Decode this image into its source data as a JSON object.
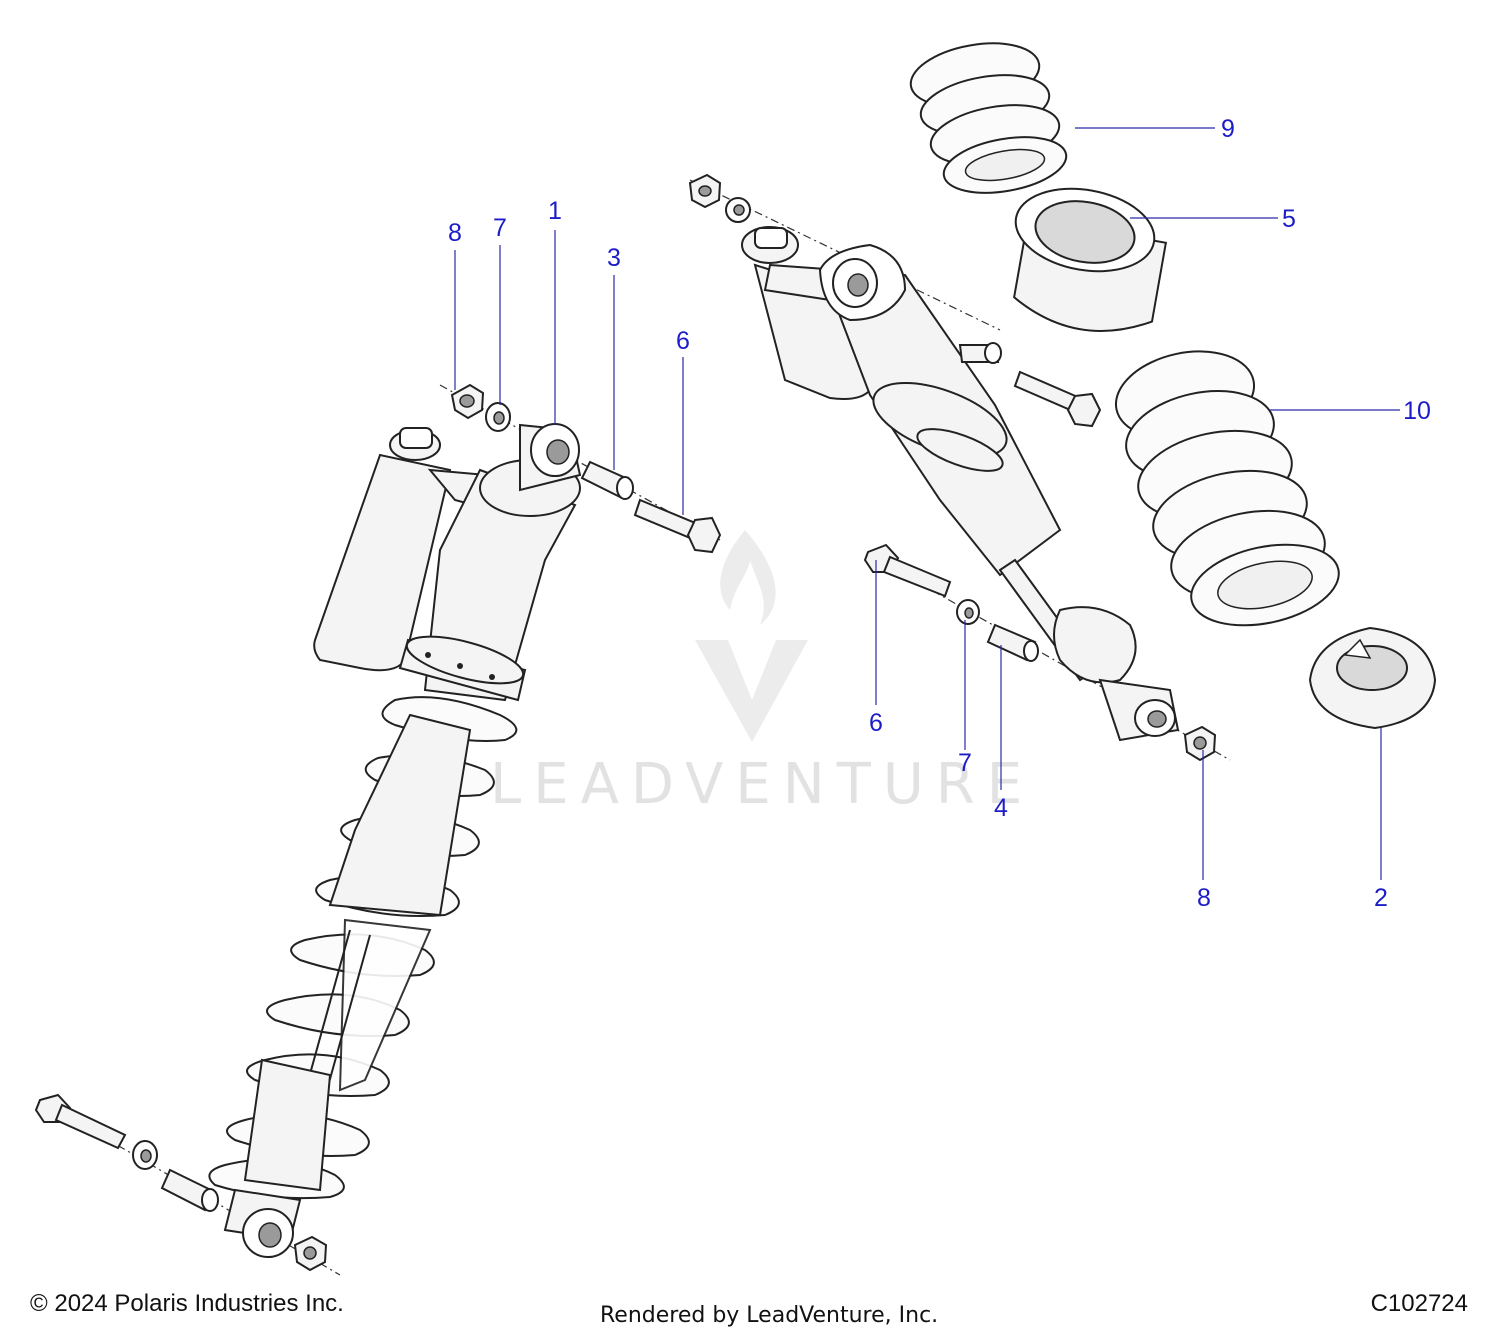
{
  "diagram": {
    "watermark": "LEADVENTURE",
    "callouts": [
      {
        "id": "c8a",
        "label": "8"
      },
      {
        "id": "c7a",
        "label": "7"
      },
      {
        "id": "c1",
        "label": "1"
      },
      {
        "id": "c3",
        "label": "3"
      },
      {
        "id": "c6a",
        "label": "6"
      },
      {
        "id": "c9",
        "label": "9"
      },
      {
        "id": "c5",
        "label": "5"
      },
      {
        "id": "c10",
        "label": "10"
      },
      {
        "id": "c6b",
        "label": "6"
      },
      {
        "id": "c7b",
        "label": "7"
      },
      {
        "id": "c4",
        "label": "4"
      },
      {
        "id": "c8b",
        "label": "8"
      },
      {
        "id": "c2",
        "label": "2"
      }
    ]
  },
  "footer": {
    "copyright": "© 2024 Polaris Industries Inc.",
    "rendered_by": "Rendered by LeadVenture, Inc.",
    "drawing_code": "C102724"
  }
}
